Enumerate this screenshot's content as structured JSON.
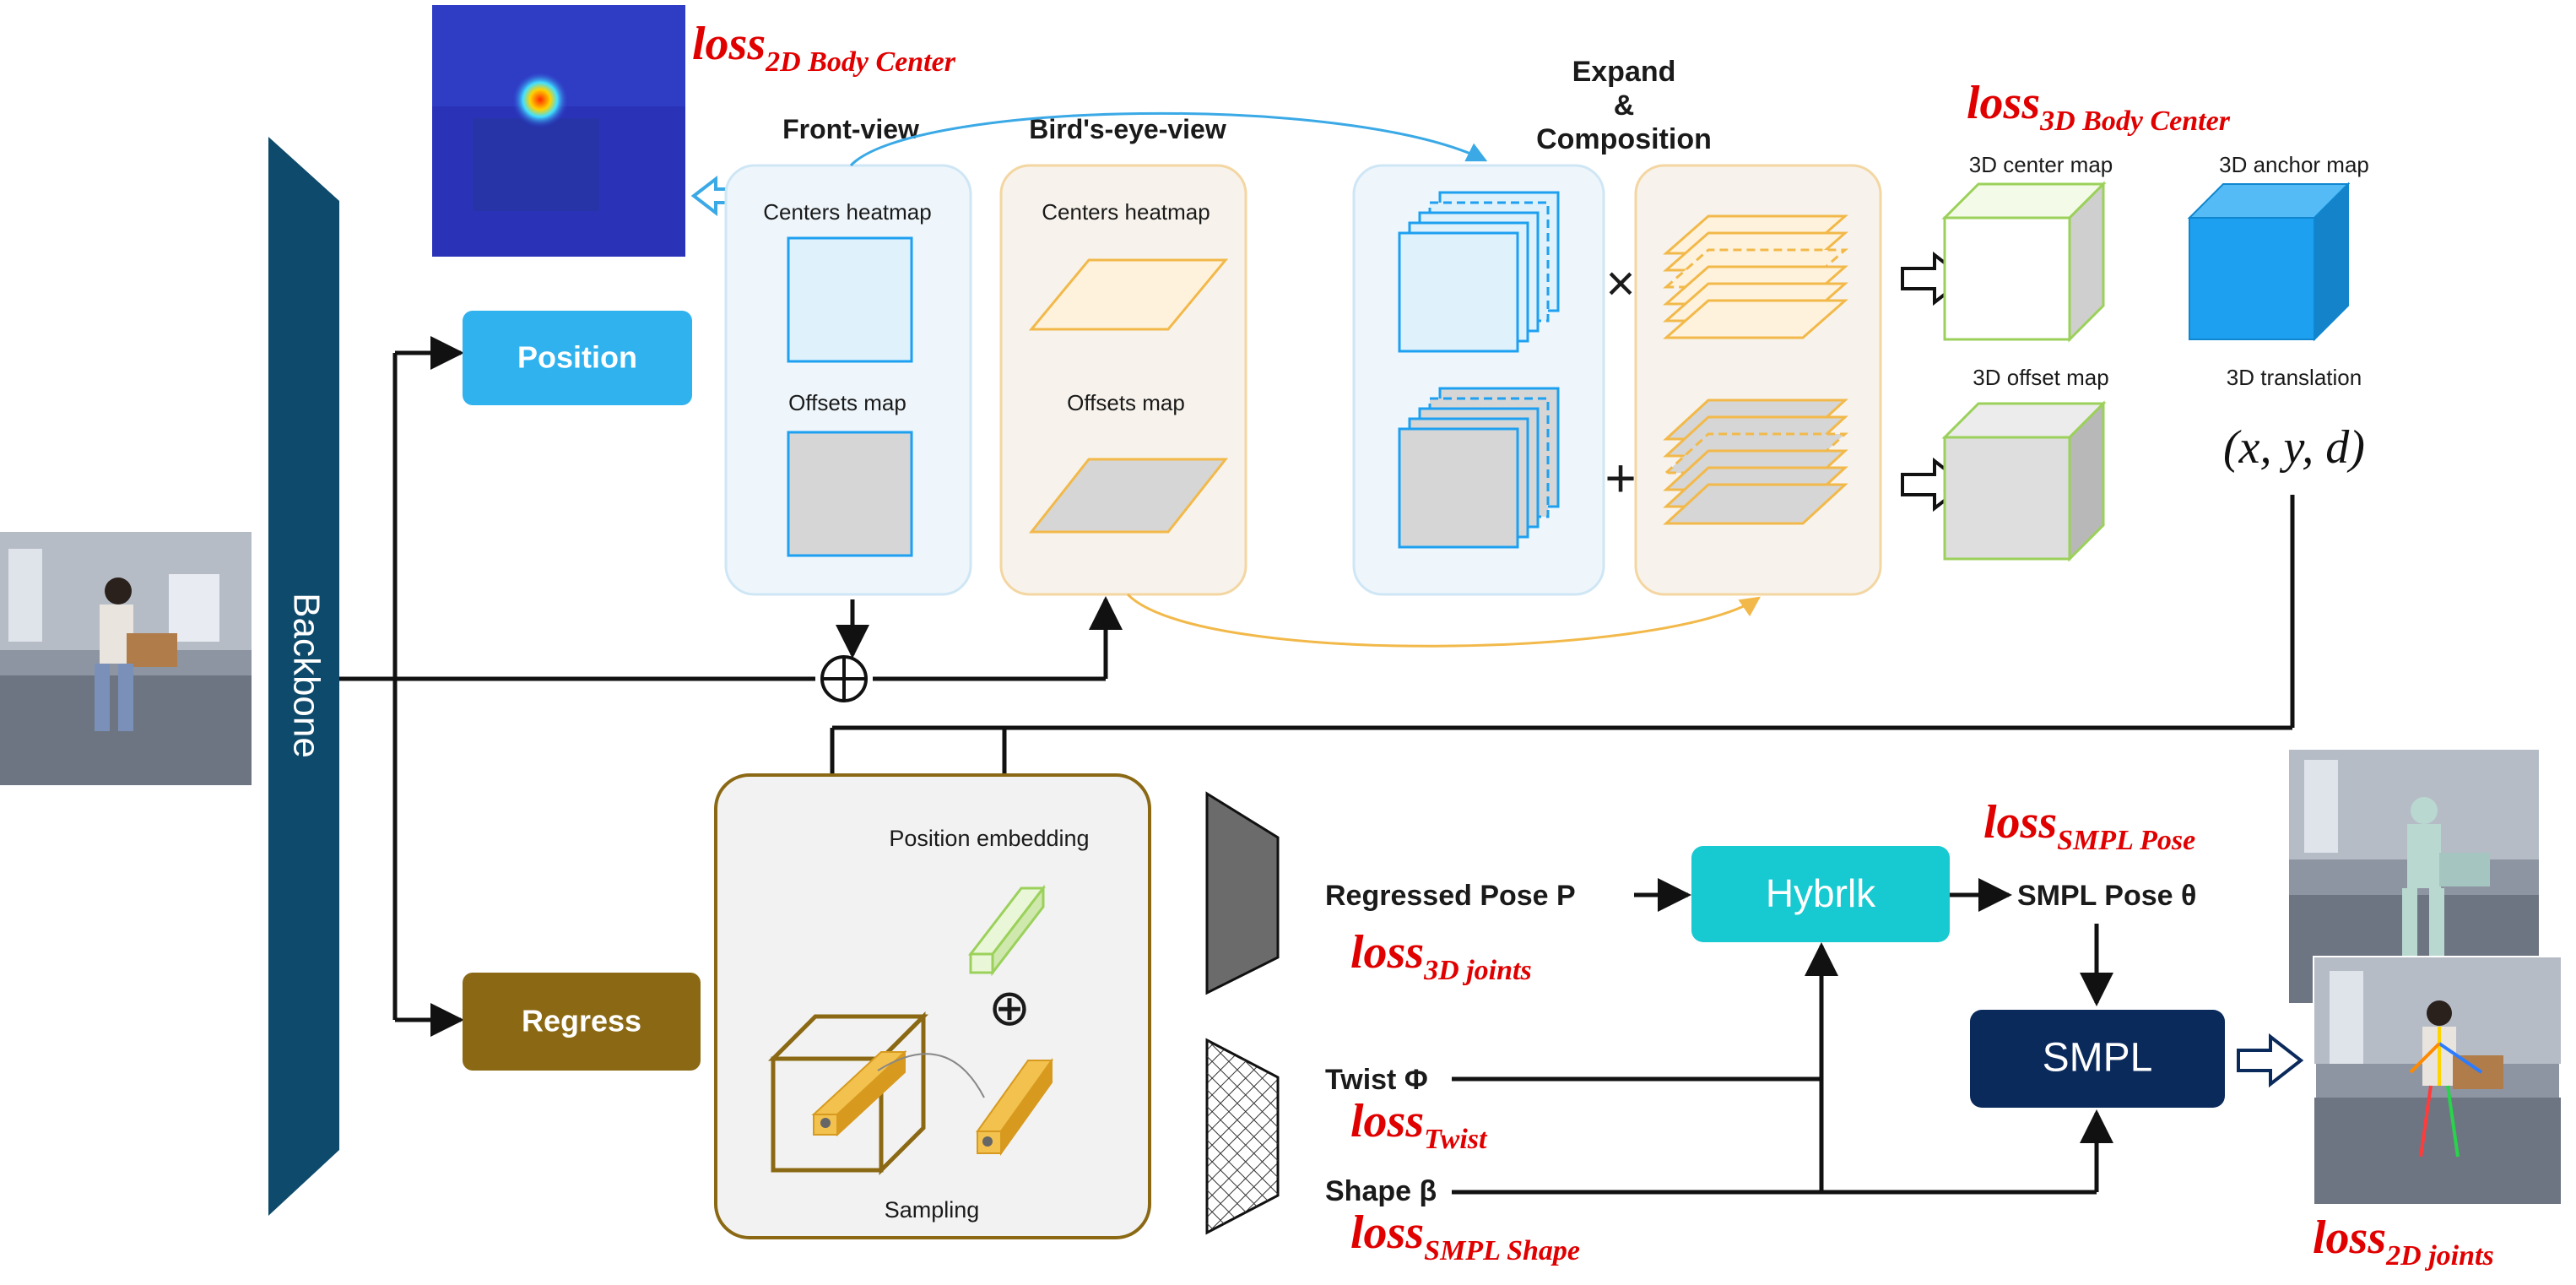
{
  "backbone": {
    "label": "Backbone"
  },
  "position_box": {
    "label": "Position"
  },
  "regress_box": {
    "label": "Regress"
  },
  "front_view": {
    "title": "Front-view",
    "centers_label": "Centers heatmap",
    "offsets_label": "Offsets map"
  },
  "birds_eye_view": {
    "title": "Bird's-eye-view",
    "centers_label": "Centers heatmap",
    "offsets_label": "Offsets map"
  },
  "expand": {
    "line1": "Expand",
    "line2": "&",
    "line3": "Composition",
    "times_symbol": "×",
    "plus_symbol": "+"
  },
  "maps": {
    "center_label": "3D center map",
    "anchor_label": "3D anchor map",
    "offset_label": "3D offset map",
    "translation_label": "3D translation",
    "translation_math": "(x, y, d)"
  },
  "sampling_panel": {
    "position_embedding_label": "Position embedding",
    "sampling_label": "Sampling",
    "oplus_symbol": "⊕"
  },
  "regression": {
    "regressed_pose": "Regressed Pose P",
    "twist": "Twist Φ",
    "shape": "Shape β",
    "smpl_pose": "SMPL Pose θ"
  },
  "hybrik_box": {
    "label": "Hybrlk"
  },
  "smpl_box": {
    "label": "SMPL"
  },
  "losses": {
    "body2d_base": "loss",
    "body2d_sub": "2D Body Center",
    "body3d_base": "loss",
    "body3d_sub": "3D Body Center",
    "joints3d_base": "loss",
    "joints3d_sub": "3D joints",
    "twist_base": "loss",
    "twist_sub": "Twist",
    "smpl_shape_base": "loss",
    "smpl_shape_sub": "SMPL Shape",
    "smpl_pose_base": "loss",
    "smpl_pose_sub": "SMPL Pose",
    "joints2d_base": "loss",
    "joints2d_sub": "2D joints"
  },
  "colors": {
    "backbone": "#0e4a6b",
    "position": "#2fb2ee",
    "regress": "#8b6914",
    "hybrik": "#17c9d1",
    "smpl": "#0b2a5c",
    "loss_text": "#e00000",
    "front_view_fill": "#dff1fb",
    "birds_eye_fill": "#fff2dc",
    "cube_blue": "#1ea0f0",
    "cube_green_edge": "#9bd15a"
  }
}
